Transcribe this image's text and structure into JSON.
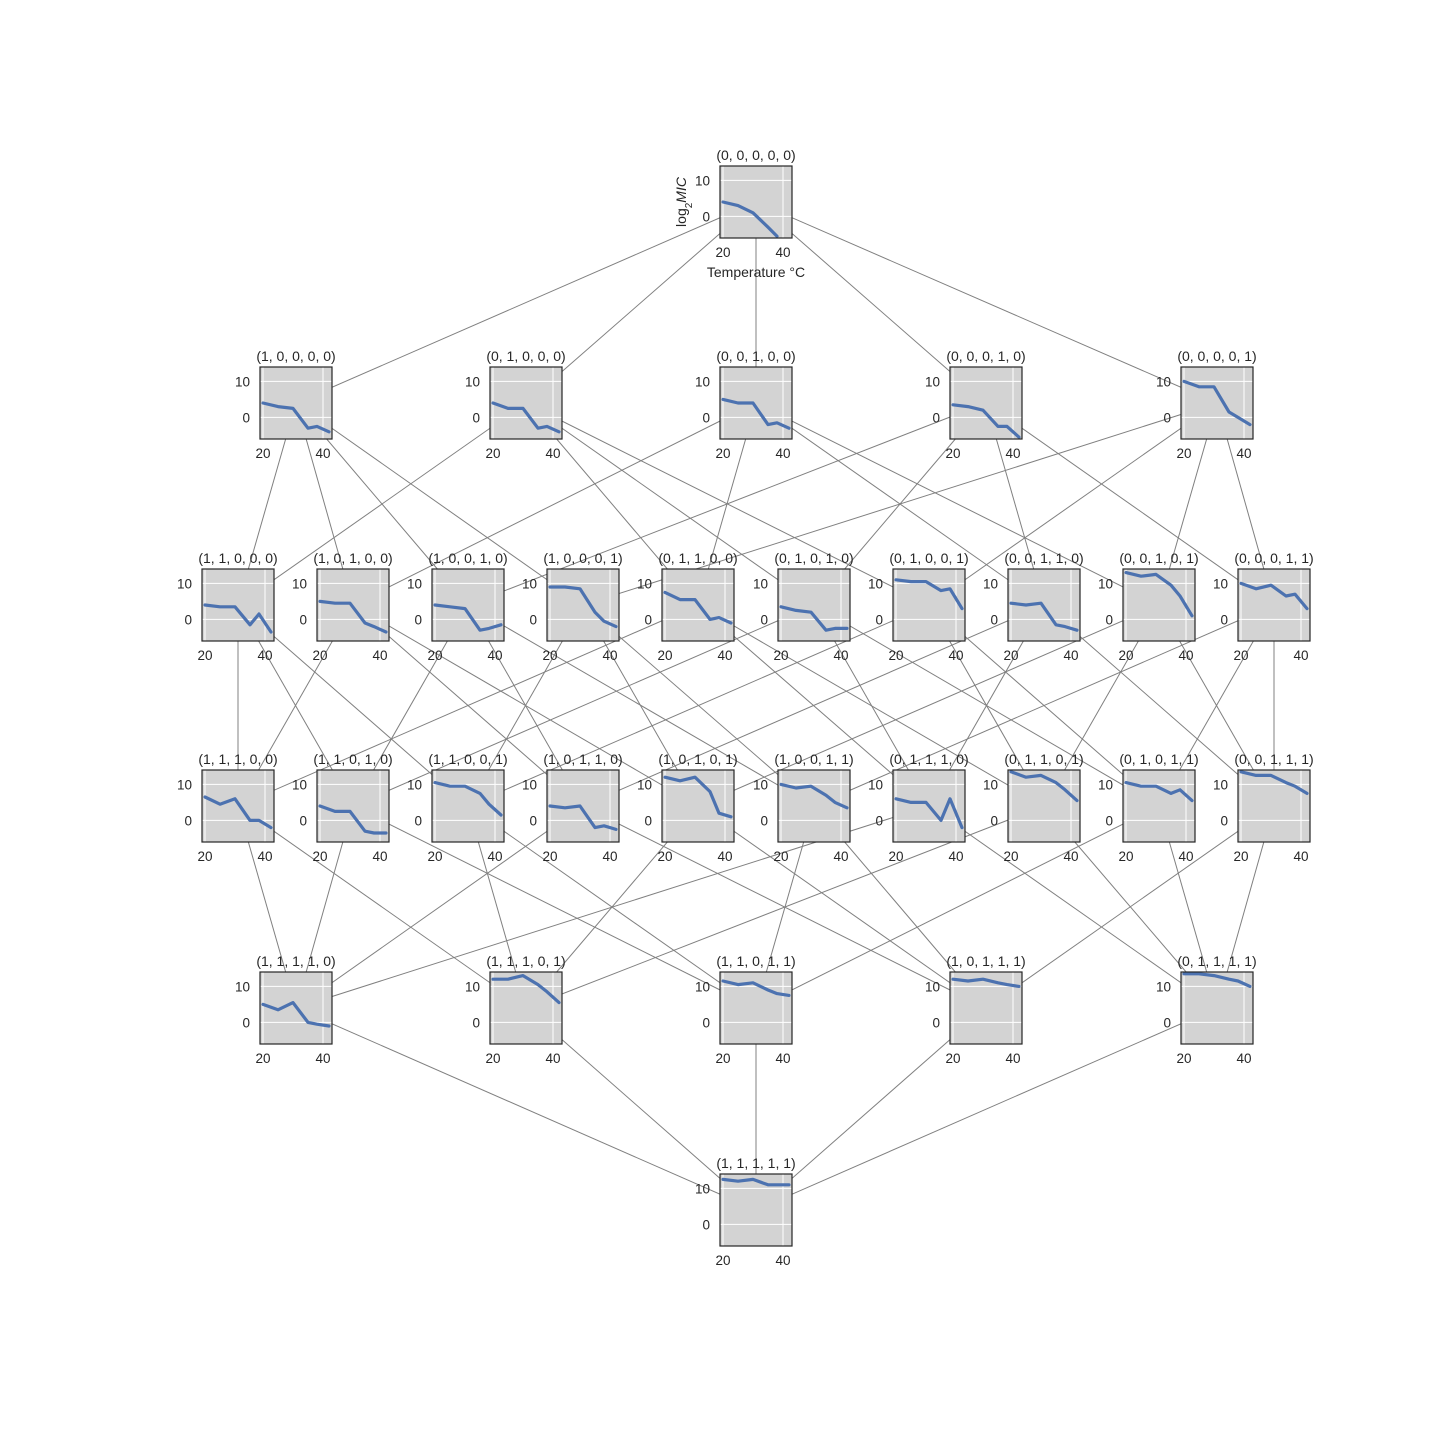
{
  "figure": {
    "background": "#ffffff",
    "panel_background": "#d3d3d3",
    "panel_border": "#262626",
    "grid_color": "#ffffff",
    "line_color": "#4c72b0",
    "edge_color": "#808080",
    "xlabel": "Temperature $^\\circ$C",
    "ylabel": "log₂MIC"
  },
  "chart_data": {
    "type": "line",
    "grid": true,
    "xlim": [
      19,
      43
    ],
    "ylim": [
      -6,
      14
    ],
    "xticks": [
      20,
      40
    ],
    "yticks": [
      0,
      10
    ],
    "x": [
      20,
      25,
      30,
      35,
      38,
      42
    ],
    "panels": [
      {
        "id": "00000",
        "title": "(0, 0, 0, 0, 0)",
        "level": 0,
        "slot": 0,
        "values": [
          4,
          3,
          1,
          -3,
          -5.5
        ]
      },
      {
        "id": "10000",
        "title": "(1, 0, 0, 0, 0)",
        "level": 1,
        "slot": 0,
        "values": [
          4,
          3,
          2.5,
          -3,
          -2.5,
          -4
        ]
      },
      {
        "id": "01000",
        "title": "(0, 1, 0, 0, 0)",
        "level": 1,
        "slot": 1,
        "values": [
          4,
          2.5,
          2.5,
          -3,
          -2.5,
          -4
        ]
      },
      {
        "id": "00100",
        "title": "(0, 0, 1, 0, 0)",
        "level": 1,
        "slot": 2,
        "values": [
          5,
          4,
          4,
          -2,
          -1.5,
          -3
        ]
      },
      {
        "id": "00010",
        "title": "(0, 0, 0, 1, 0)",
        "level": 1,
        "slot": 3,
        "values": [
          3.5,
          3,
          2,
          -2.5,
          -2.5,
          -5.5
        ]
      },
      {
        "id": "00001",
        "title": "(0, 0, 0, 0, 1)",
        "level": 1,
        "slot": 4,
        "values": [
          10,
          8.5,
          8.5,
          1.5,
          0,
          -2
        ]
      },
      {
        "id": "11000",
        "title": "(1, 1, 0, 0, 0)",
        "level": 2,
        "slot": 0,
        "values": [
          4,
          3.5,
          3.5,
          -1.5,
          1.5,
          -3.5
        ]
      },
      {
        "id": "10100",
        "title": "(1, 0, 1, 0, 0)",
        "level": 2,
        "slot": 1,
        "values": [
          5,
          4.5,
          4.5,
          -1,
          -2,
          -3.5
        ]
      },
      {
        "id": "10010",
        "title": "(1, 0, 0, 1, 0)",
        "level": 2,
        "slot": 2,
        "values": [
          4,
          3.5,
          3,
          -3,
          -2.5,
          -1.5
        ]
      },
      {
        "id": "10001",
        "title": "(1, 0, 0, 0, 1)",
        "level": 2,
        "slot": 3,
        "values": [
          9,
          9,
          8.5,
          2,
          -0.5,
          -2
        ]
      },
      {
        "id": "01100",
        "title": "(0, 1, 1, 0, 0)",
        "level": 2,
        "slot": 4,
        "values": [
          7.5,
          5.5,
          5.5,
          0,
          0.5,
          -1
        ]
      },
      {
        "id": "01010",
        "title": "(0, 1, 0, 1, 0)",
        "level": 2,
        "slot": 5,
        "values": [
          3.5,
          2.5,
          2,
          -3,
          -2.5,
          -2.5
        ]
      },
      {
        "id": "01001",
        "title": "(0, 1, 0, 0, 1)",
        "level": 2,
        "slot": 6,
        "values": [
          11,
          10.5,
          10.5,
          8,
          8.5,
          3
        ]
      },
      {
        "id": "00110",
        "title": "(0, 0, 1, 1, 0)",
        "level": 2,
        "slot": 7,
        "values": [
          4.5,
          4,
          4.5,
          -1.5,
          -2,
          -3
        ]
      },
      {
        "id": "00101",
        "title": "(0, 0, 1, 0, 1)",
        "level": 2,
        "slot": 8,
        "values": [
          13,
          12,
          12.5,
          9.5,
          6.5,
          1
        ]
      },
      {
        "id": "00011",
        "title": "(0, 0, 0, 1, 1)",
        "level": 2,
        "slot": 9,
        "values": [
          10,
          8.5,
          9.5,
          6.5,
          7,
          3
        ]
      },
      {
        "id": "11100",
        "title": "(1, 1, 1, 0, 0)",
        "level": 3,
        "slot": 0,
        "values": [
          6.5,
          4.5,
          6,
          0,
          0,
          -2
        ]
      },
      {
        "id": "11010",
        "title": "(1, 1, 0, 1, 0)",
        "level": 3,
        "slot": 1,
        "values": [
          4,
          2.5,
          2.5,
          -3,
          -3.5,
          -3.5
        ]
      },
      {
        "id": "11001",
        "title": "(1, 1, 0, 0, 1)",
        "level": 3,
        "slot": 2,
        "values": [
          10.5,
          9.5,
          9.5,
          7.5,
          4.5,
          1.5
        ]
      },
      {
        "id": "10110",
        "title": "(1, 0, 1, 1, 0)",
        "level": 3,
        "slot": 3,
        "values": [
          4,
          3.5,
          4,
          -2,
          -1.5,
          -2.5
        ]
      },
      {
        "id": "10101",
        "title": "(1, 0, 1, 0, 1)",
        "level": 3,
        "slot": 4,
        "values": [
          12,
          11,
          12,
          8,
          2,
          1
        ]
      },
      {
        "id": "10011",
        "title": "(1, 0, 0, 1, 1)",
        "level": 3,
        "slot": 5,
        "values": [
          10,
          9,
          9.5,
          7,
          5,
          3.5
        ]
      },
      {
        "id": "01110",
        "title": "(0, 1, 1, 1, 0)",
        "level": 3,
        "slot": 6,
        "values": [
          6,
          5,
          5,
          0,
          6,
          -2
        ]
      },
      {
        "id": "01101",
        "title": "(0, 1, 1, 0, 1)",
        "level": 3,
        "slot": 7,
        "values": [
          13.5,
          12,
          12.5,
          10.5,
          8.5,
          5.5
        ]
      },
      {
        "id": "01011",
        "title": "(0, 1, 0, 1, 1)",
        "level": 3,
        "slot": 8,
        "values": [
          10.5,
          9.5,
          9.5,
          7.5,
          8.5,
          5.5
        ]
      },
      {
        "id": "00111",
        "title": "(0, 0, 1, 1, 1)",
        "level": 3,
        "slot": 9,
        "values": [
          13.5,
          12.5,
          12.5,
          10.5,
          9.5,
          7.5
        ]
      },
      {
        "id": "11110",
        "title": "(1, 1, 1, 1, 0)",
        "level": 4,
        "slot": 0,
        "values": [
          5,
          3.5,
          5.5,
          0,
          -0.5,
          -1
        ]
      },
      {
        "id": "11101",
        "title": "(1, 1, 1, 0, 1)",
        "level": 4,
        "slot": 1,
        "values": [
          12,
          12,
          13,
          10.5,
          8.5,
          5.5
        ]
      },
      {
        "id": "11011",
        "title": "(1, 1, 0, 1, 1)",
        "level": 4,
        "slot": 2,
        "values": [
          11.5,
          10.5,
          11,
          9,
          8,
          7.5
        ]
      },
      {
        "id": "10111",
        "title": "(1, 0, 1, 1, 1)",
        "level": 4,
        "slot": 3,
        "values": [
          12,
          11.5,
          12,
          11,
          10.5,
          10
        ]
      },
      {
        "id": "01111",
        "title": "(0, 1, 1, 1, 1)",
        "level": 4,
        "slot": 4,
        "values": [
          13.5,
          13.5,
          13,
          12,
          11.5,
          10
        ]
      },
      {
        "id": "11111",
        "title": "(1, 1, 1, 1, 1)",
        "level": 5,
        "slot": 0,
        "values": [
          12.5,
          12,
          12.5,
          11,
          11,
          11
        ]
      }
    ]
  }
}
